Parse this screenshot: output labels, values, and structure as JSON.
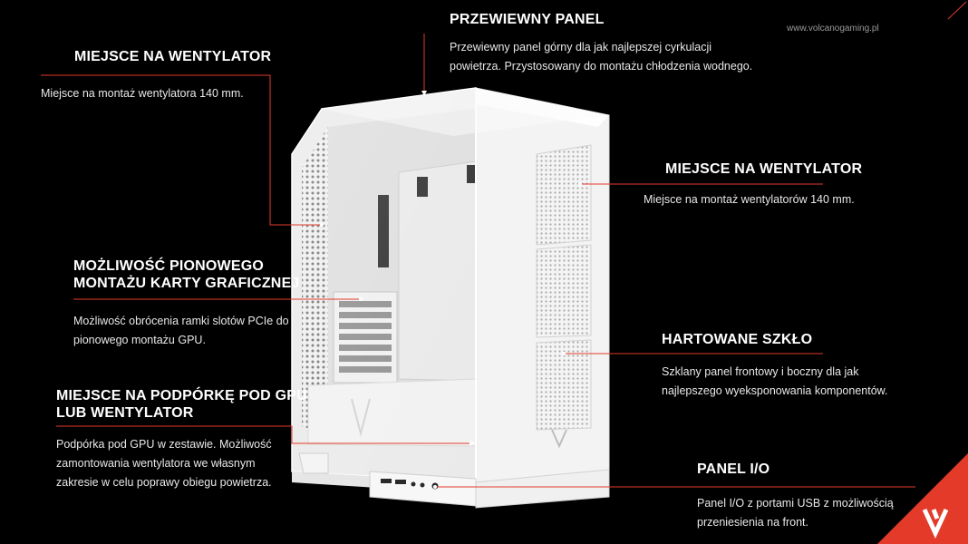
{
  "watermark": "www.volcanogaming.pl",
  "colors": {
    "accent": "#e33a2a",
    "background": "#000000",
    "case": "#f2f2f2"
  },
  "features": [
    {
      "title": "PRZEWIEWNY PANEL",
      "desc": [
        "Przewiewny panel górny dla jak najlepszej cyrkulacji",
        "powietrza. Przystosowany do montażu chłodzenia wodnego."
      ]
    },
    {
      "title": "MIEJSCE NA WENTYLATOR",
      "desc": [
        "Miejsce na montaż wentylatora 140 mm."
      ]
    },
    {
      "title": "MIEJSCE NA WENTYLATOR",
      "desc": [
        "Miejsce na montaż wentylatorów 140 mm."
      ]
    },
    {
      "title": [
        "MOŻLIWOŚĆ PIONOWEGO",
        "MONTAŻU KARTY GRAFICZNEJ"
      ],
      "desc": [
        "Możliwość obrócenia ramki slotów PCIe do",
        "pionowego montażu GPU."
      ]
    },
    {
      "title": "HARTOWANE SZKŁO",
      "desc": [
        "Szklany panel frontowy i boczny dla jak",
        "najlepszego wyeksponowania komponentów."
      ]
    },
    {
      "title": [
        "MIEJSCE NA PODPÓRKĘ POD GPU",
        "LUB WENTYLATOR"
      ],
      "desc": [
        "Podpórka pod GPU w zestawie. Możliwość",
        "zamontowania wentylatora we własnym",
        "zakresie w celu poprawy obiegu powietrza."
      ]
    },
    {
      "title": "PANEL I/O",
      "desc": [
        "Panel I/O z portami USB z możliwością",
        "przeniesienia na front."
      ]
    }
  ]
}
